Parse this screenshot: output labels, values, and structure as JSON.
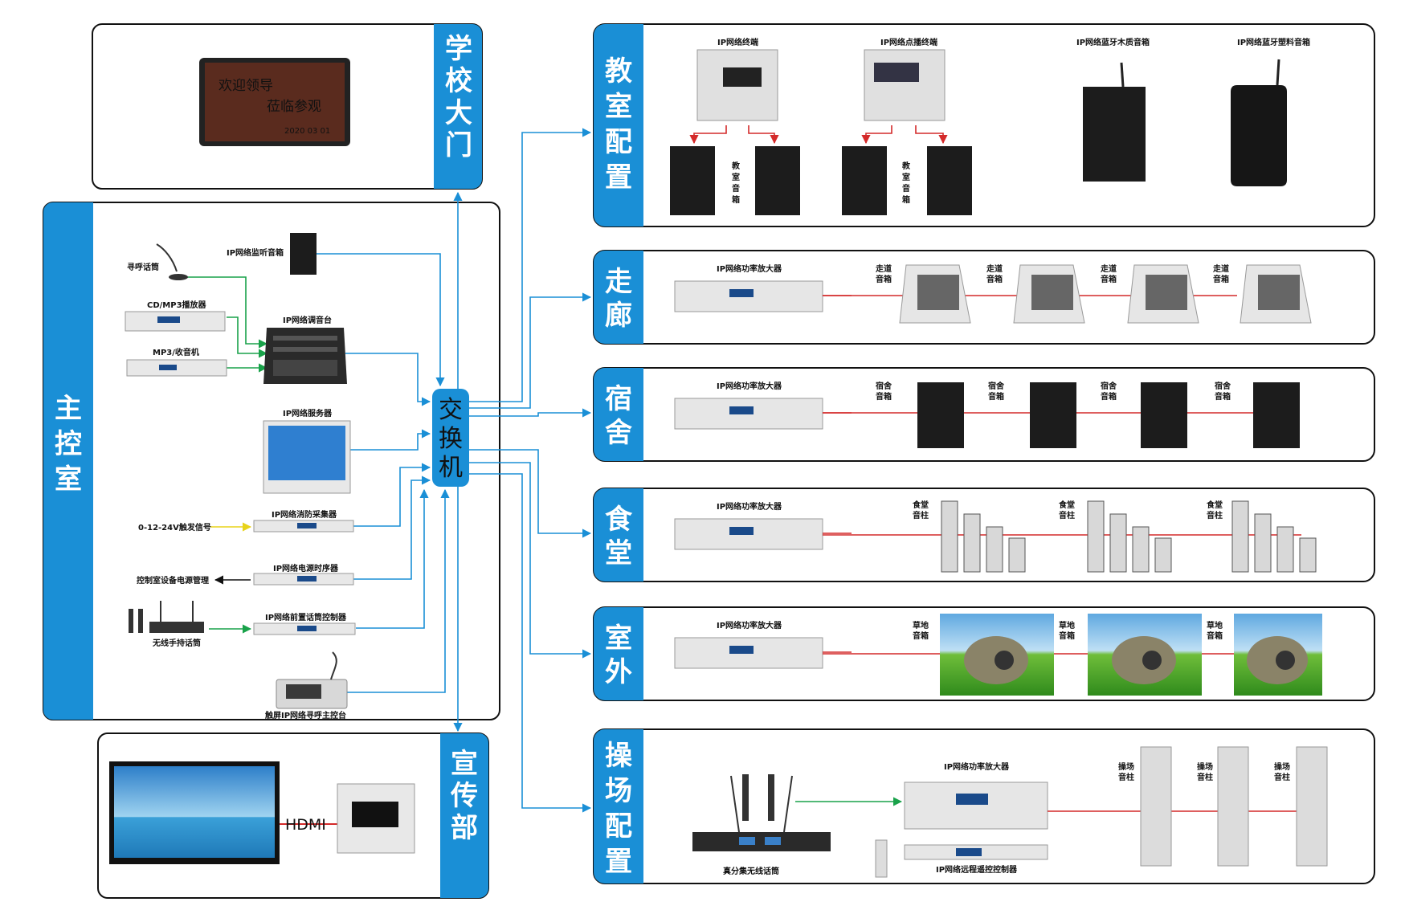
{
  "panels": {
    "school_gate": "学校大门",
    "control_room": "主控室",
    "publicity": "宣传部",
    "classroom": "教室配置",
    "corridor": "走廊",
    "dormitory": "宿舍",
    "canteen": "食堂",
    "outdoor": "室外",
    "playground": "操场配置"
  },
  "led_display": {
    "line1": "欢迎领导",
    "line2": "莅临参观",
    "date": "2020 03 01"
  },
  "switch_label": "交换机",
  "control_devices": {
    "paging_mic": "寻呼话筒",
    "monitor_speaker": "IP网络监听音箱",
    "cd_player": "CD/MP3播放器",
    "mp3_radio": "MP3/收音机",
    "mixer": "IP网络调音台",
    "server": "IP网络服务器",
    "trigger_signal": "0-12-24V触发信号",
    "fire_collector": "IP网络消防采集器",
    "power_mgmt": "控制室设备电源管理",
    "power_sequencer": "IP网络电源时序器",
    "wireless_handheld": "无线手持话筒",
    "mic_controller": "IP网络前置话筒控制器",
    "touch_console": "触屏IP网络寻呼主控台"
  },
  "publicity": {
    "hdmi": "HDMI"
  },
  "classroom": {
    "terminal": "IP网络终端",
    "paging_terminal": "IP网络点播终端",
    "bt_wood": "IP网络蓝牙木质音箱",
    "bt_plastic": "IP网络蓝牙塑料音箱",
    "speaker_label": "教室音箱"
  },
  "amp_label": "IP网络功率放大器",
  "corridor_speaker": "走道音箱",
  "dorm_speaker": "宿舍音箱",
  "canteen_speaker": "食堂音柱",
  "lawn_speaker": "草地音箱",
  "playground": {
    "wireless_mic": "真分集无线话筒",
    "remote_controller": "IP网络远程遥控控制器",
    "column": "操场音柱"
  }
}
